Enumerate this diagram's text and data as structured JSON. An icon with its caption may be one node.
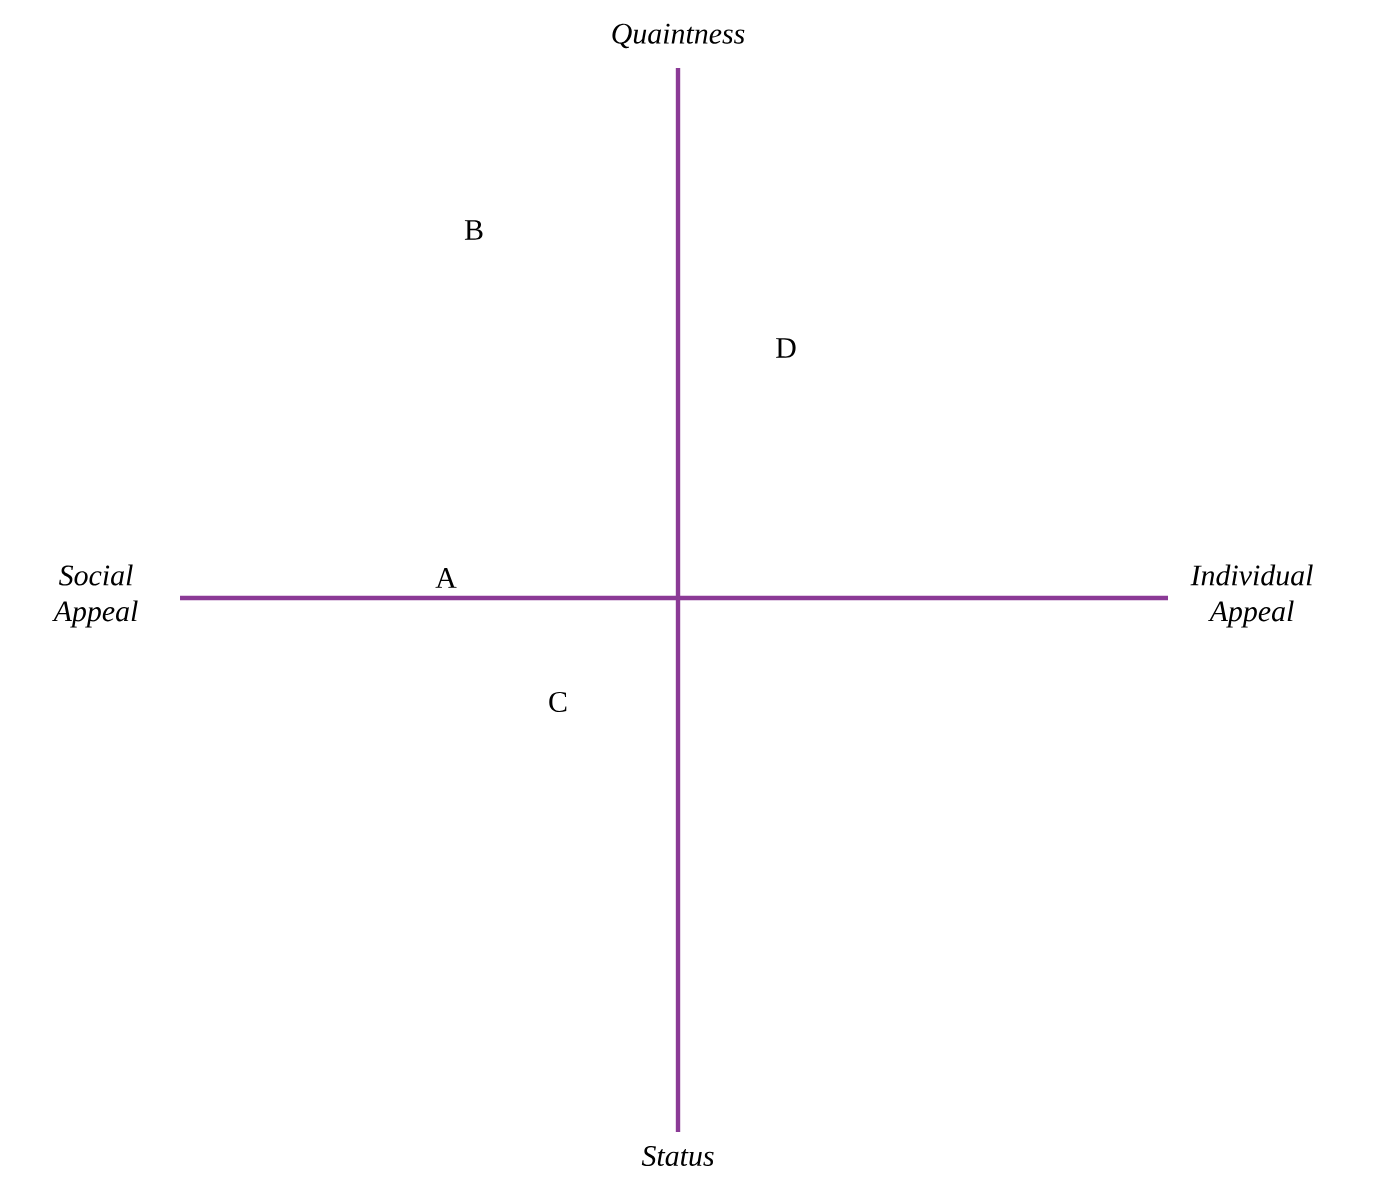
{
  "diagram": {
    "labels": [
      "Quaintness",
      "B",
      "D",
      "Social Appeal",
      "A",
      "Individual Appeal",
      "C",
      "Status"
    ]
  }
}
